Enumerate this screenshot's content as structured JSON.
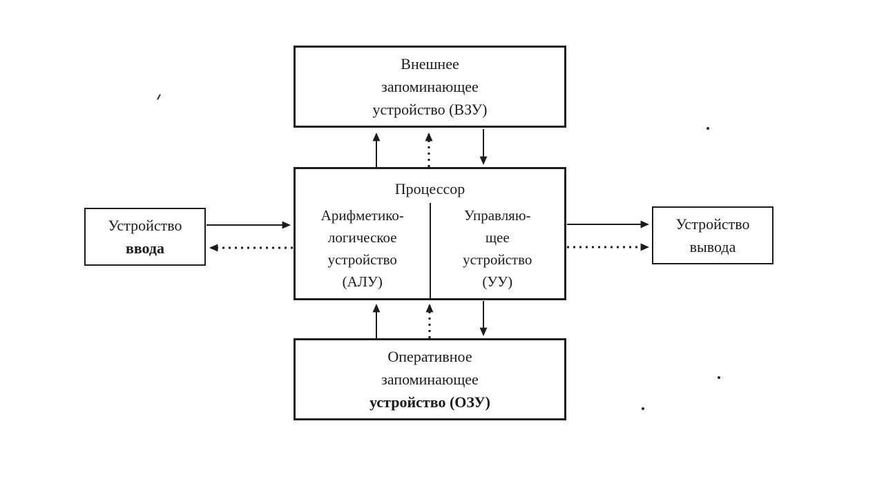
{
  "colors": {
    "ink": "#1c1c1c",
    "background": "#fefefe"
  },
  "diagram": {
    "external_storage": {
      "lines": [
        "Внешнее",
        "запоминающее",
        "устройство (ВЗУ)"
      ]
    },
    "processor": {
      "title": "Процессор",
      "alu": {
        "lines": [
          "Арифметико-",
          "логическое",
          "устройство",
          "(АЛУ)"
        ]
      },
      "control_unit": {
        "lines": [
          "Управляю-",
          "щее",
          "устройство",
          "(УУ)"
        ]
      }
    },
    "ram": {
      "lines": [
        "Оперативное",
        "запоминающее",
        "устройство (ОЗУ)"
      ]
    },
    "input_device": {
      "lines": [
        "Устройство",
        "ввода"
      ]
    },
    "output_device": {
      "lines": [
        "Устройство",
        "вывода"
      ]
    }
  }
}
